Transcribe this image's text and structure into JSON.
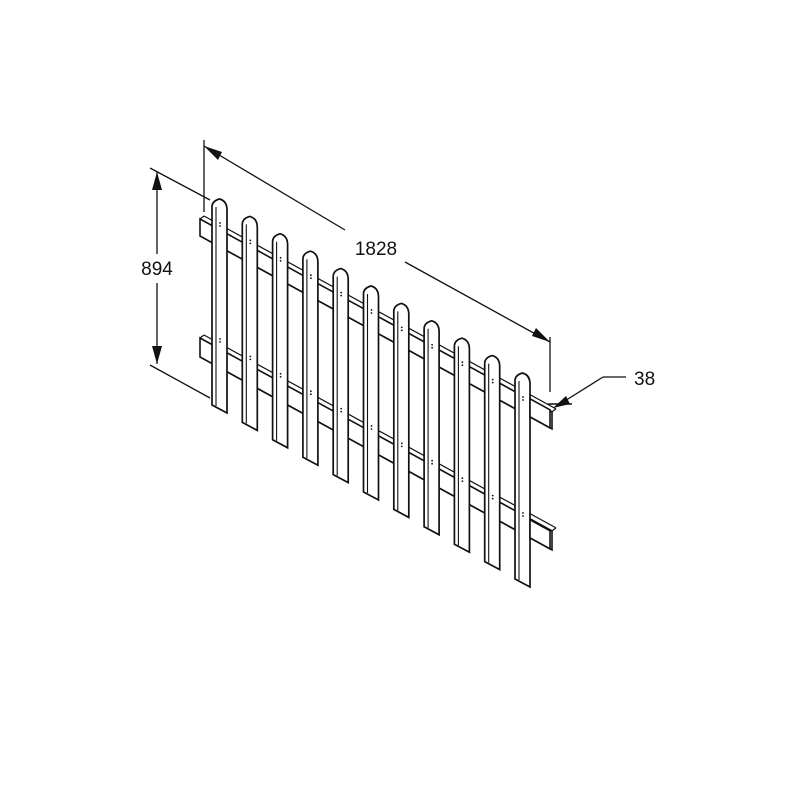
{
  "drawing": {
    "dimensions": {
      "length": "1828",
      "height": "894",
      "thickness": "38"
    },
    "picket_count": 11,
    "colors": {
      "line": "#111111",
      "fill": "#ffffff"
    }
  }
}
